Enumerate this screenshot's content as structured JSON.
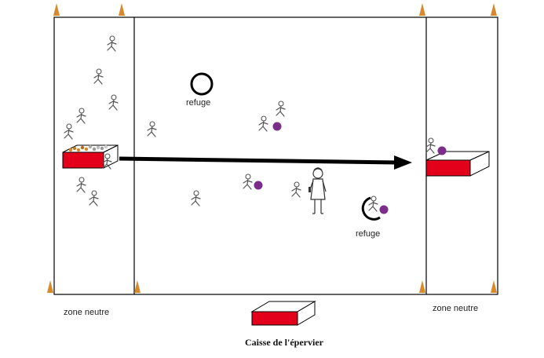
{
  "labels": {
    "refuge_top": "refuge",
    "refuge_bottom": "refuge",
    "zone_left": "zone neutre",
    "zone_right": "zone neutre",
    "caption": "Caisse de l'épervier"
  },
  "colors": {
    "box_red": "#e3001b",
    "ball": "#7a2e8a",
    "cone": "#d9892b",
    "line": "#000000"
  },
  "icons": {
    "cone": "cone-icon",
    "runner": "runner-figure-icon",
    "ball": "ball-icon",
    "teacher": "teacher-figure-icon",
    "refuge": "refuge-circle-icon",
    "arrow": "arrow-right-icon"
  }
}
